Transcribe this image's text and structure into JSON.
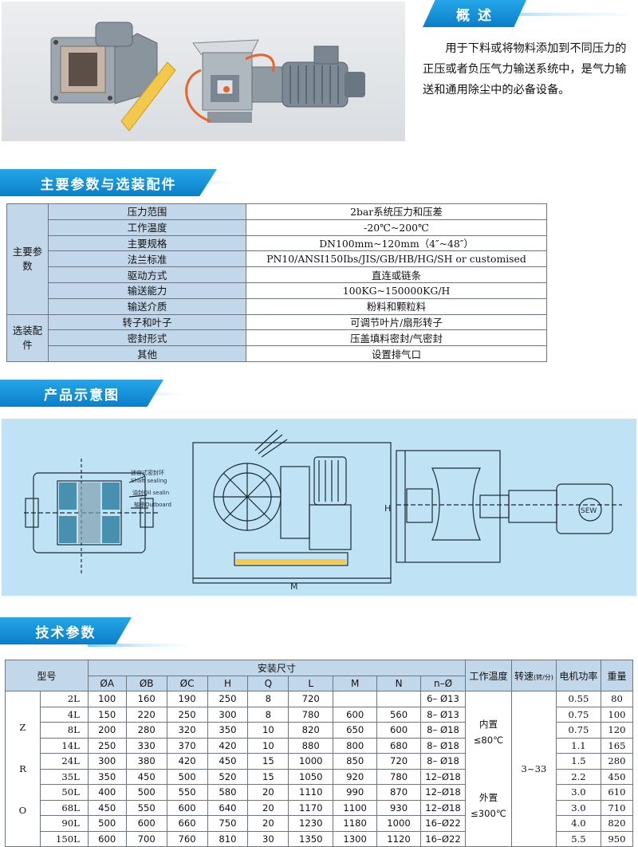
{
  "overview": {
    "tag": "概 述",
    "text": "用于下料或将物料添加到不同压力的正压或者负压气力输送系统中，是气力输送和通用除尘中的必备设备。"
  },
  "params": {
    "tag": "主要参数与选装配件",
    "groups": {
      "main": "主要参数",
      "option": "选装配件"
    },
    "rows": [
      {
        "label": "压力范围",
        "value": "2bar系统压力和压差"
      },
      {
        "label": "工作温度",
        "value": "-20℃~200℃"
      },
      {
        "label": "主要规格",
        "value": "DN100mm~120mm（4″~48″）"
      },
      {
        "label": "法兰标准",
        "value": "PN10/ANSI150Ibs/JIS/GB/HB/HG/SH or customised"
      },
      {
        "label": "驱动方式",
        "value": "直连或链条"
      },
      {
        "label": "输送能力",
        "value": "100KG~150000KG/H"
      },
      {
        "label": "输送介质",
        "value": "粉料和颗粒料"
      },
      {
        "label": "转子和叶子",
        "value": "可调节叶片/扇形转子"
      },
      {
        "label": "密封形式",
        "value": "压盖填料密封/气密封"
      },
      {
        "label": "其他",
        "value": "设置排气口"
      }
    ]
  },
  "diagram": {
    "tag": "产品示意图",
    "labels": {
      "seal1": "迷宫式密封环",
      "seal2": "Shaft sealing",
      "oil": "油封Oil sealin",
      "bearing": "轴承Outboard",
      "m": "M",
      "h": "H",
      "sew": "SEW"
    }
  },
  "tech": {
    "tag": "技术参数",
    "headers": {
      "model": "型号",
      "install": "安装尺寸",
      "dims": [
        "ØA",
        "ØB",
        "ØC",
        "H",
        "Q",
        "L",
        "M",
        "N",
        "n–Ø"
      ],
      "temp": "工作温度",
      "speed": "转速",
      "speed_unit": "(转/分)",
      "power": "电机功率",
      "weight": "重量"
    },
    "series_letters": [
      "Z",
      "R",
      "O"
    ],
    "temp_inner": "内置",
    "temp_inner_val": "≤80℃",
    "temp_outer": "外置",
    "temp_outer_val": "≤300℃",
    "speed_value": "3~33",
    "rows": [
      {
        "model": "2L",
        "A": "100",
        "B": "160",
        "C": "190",
        "H": "250",
        "Q": "8",
        "L": "720",
        "M": "",
        "N": "",
        "n": "6– Ø13",
        "power": "0.55",
        "weight": "80"
      },
      {
        "model": "4L",
        "A": "150",
        "B": "220",
        "C": "250",
        "H": "300",
        "Q": "8",
        "L": "780",
        "M": "600",
        "N": "560",
        "n": "8– Ø13",
        "power": "0.75",
        "weight": "100"
      },
      {
        "model": "8L",
        "A": "200",
        "B": "280",
        "C": "320",
        "H": "350",
        "Q": "10",
        "L": "820",
        "M": "650",
        "N": "600",
        "n": "8– Ø18",
        "power": "0.75",
        "weight": "120"
      },
      {
        "model": "14L",
        "A": "250",
        "B": "330",
        "C": "370",
        "H": "420",
        "Q": "10",
        "L": "880",
        "M": "800",
        "N": "680",
        "n": "8– Ø18",
        "power": "1.1",
        "weight": "165"
      },
      {
        "model": "24L",
        "A": "300",
        "B": "380",
        "C": "420",
        "H": "450",
        "Q": "15",
        "L": "1000",
        "M": "850",
        "N": "720",
        "n": "8– Ø18",
        "power": "1.5",
        "weight": "280"
      },
      {
        "model": "35L",
        "A": "350",
        "B": "450",
        "C": "500",
        "H": "520",
        "Q": "15",
        "L": "1050",
        "M": "920",
        "N": "780",
        "n": "12–Ø18",
        "power": "2.2",
        "weight": "450"
      },
      {
        "model": "50L",
        "A": "400",
        "B": "500",
        "C": "550",
        "H": "580",
        "Q": "20",
        "L": "1110",
        "M": "990",
        "N": "870",
        "n": "12–Ø18",
        "power": "3.0",
        "weight": "610"
      },
      {
        "model": "68L",
        "A": "450",
        "B": "550",
        "C": "600",
        "H": "640",
        "Q": "20",
        "L": "1170",
        "M": "1100",
        "N": "930",
        "n": "12–Ø18",
        "power": "3.0",
        "weight": "710"
      },
      {
        "model": "90L",
        "A": "500",
        "B": "600",
        "C": "660",
        "H": "750",
        "Q": "20",
        "L": "1230",
        "M": "1180",
        "N": "1000",
        "n": "16–Ø22",
        "power": "4.0",
        "weight": "820"
      },
      {
        "model": "150L",
        "A": "600",
        "B": "700",
        "C": "760",
        "H": "810",
        "Q": "30",
        "L": "1350",
        "M": "1300",
        "N": "1120",
        "n": "16–Ø22",
        "power": "5.5",
        "weight": "950"
      }
    ]
  },
  "colors": {
    "accent": "#1592dc",
    "table_header": "#c2d7ea",
    "diagram_bg": "#bfe3f5",
    "orange": "#e8642a",
    "yellow": "#f2c94c"
  }
}
